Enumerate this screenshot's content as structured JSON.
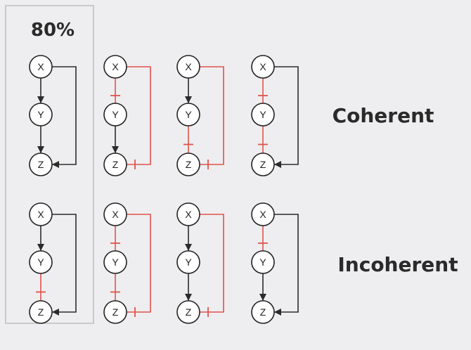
{
  "highlight_label": "80%",
  "row_labels": [
    "Coherent",
    "Incoherent"
  ],
  "node_labels": [
    "X",
    "Y",
    "Z"
  ],
  "colors": {
    "activation": "#2b2b2b",
    "repression": "#e0524c"
  },
  "motifs": [
    {
      "row": 0,
      "col": 0,
      "xy": "activation",
      "yz": "activation",
      "xz": "activation"
    },
    {
      "row": 0,
      "col": 1,
      "xy": "repression",
      "yz": "activation",
      "xz": "repression"
    },
    {
      "row": 0,
      "col": 2,
      "xy": "activation",
      "yz": "repression",
      "xz": "repression"
    },
    {
      "row": 0,
      "col": 3,
      "xy": "repression",
      "yz": "repression",
      "xz": "activation"
    },
    {
      "row": 1,
      "col": 0,
      "xy": "activation",
      "yz": "repression",
      "xz": "activation"
    },
    {
      "row": 1,
      "col": 1,
      "xy": "repression",
      "yz": "repression",
      "xz": "repression"
    },
    {
      "row": 1,
      "col": 2,
      "xy": "activation",
      "yz": "activation",
      "xz": "repression"
    },
    {
      "row": 1,
      "col": 3,
      "xy": "repression",
      "yz": "activation",
      "xz": "activation"
    }
  ]
}
